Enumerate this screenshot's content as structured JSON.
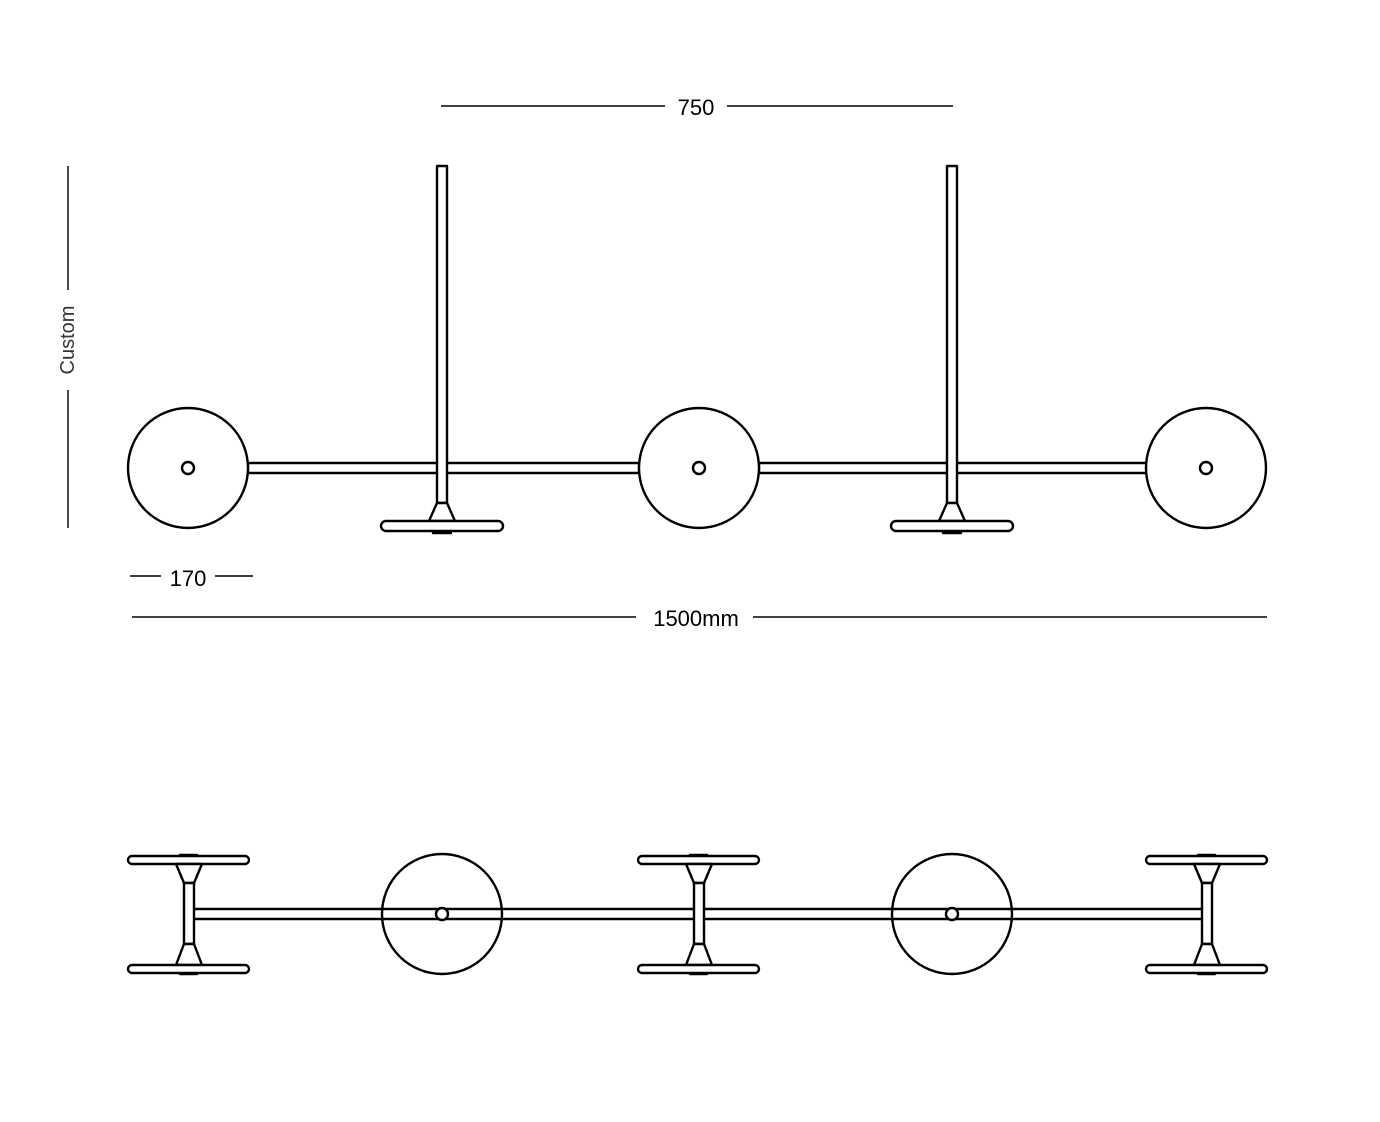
{
  "dimensions": {
    "top_spacing": "750",
    "height": "Custom",
    "disc_diameter": "170",
    "overall_length": "1500mm"
  },
  "colors": {
    "line": "#000000",
    "background": "#ffffff"
  }
}
